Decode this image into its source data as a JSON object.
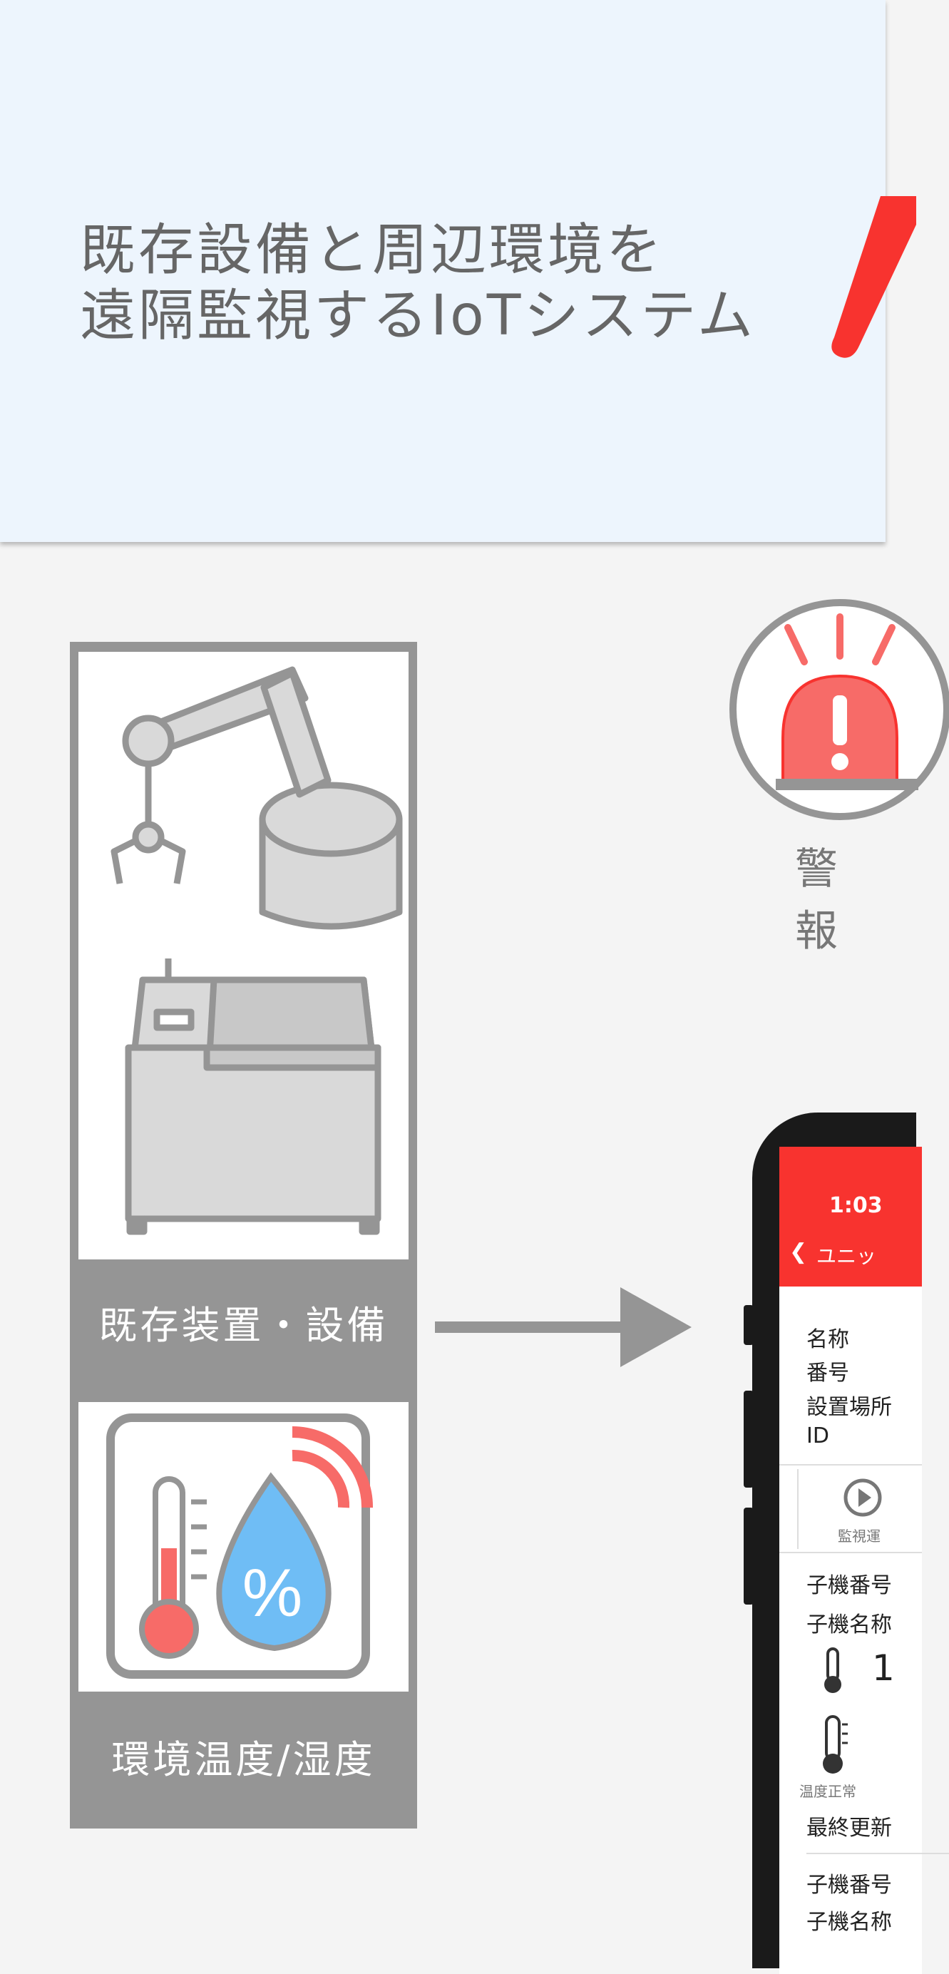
{
  "header": {
    "title": "既存設備と周辺環境を\n遠隔監視するIoTシステム"
  },
  "alert": {
    "label": "警報"
  },
  "left_panel": {
    "equipment_label": "既存装置・設備",
    "environment_label": "環境温度/湿度"
  },
  "colors": {
    "accent_red": "#f8332f",
    "alert_red": "#f76b68",
    "gray_icon": "#959595",
    "water_blue": "#6fbdf5",
    "header_bg": "#edf5fd"
  },
  "phone": {
    "time": "1:03",
    "back_label": "ユニッ",
    "info_rows": [
      "名称",
      "番号",
      "設置場所",
      "ID"
    ],
    "monitor_button_label": "監視運",
    "child1": {
      "number_label": "子機番号",
      "name_label": "子機名称",
      "value_partial": "1",
      "temp_status": "温度正常",
      "last_update_label": "最終更新"
    },
    "child2": {
      "number_label": "子機番号",
      "name_label": "子機名称"
    }
  },
  "icons": [
    "robot-arm-icon",
    "machine-icon",
    "thermometer-icon",
    "humidity-drop-icon",
    "signal-icon",
    "alarm-light-icon",
    "arrow-right-icon",
    "chevron-left-icon",
    "play-icon",
    "thermometer-small-icon"
  ]
}
